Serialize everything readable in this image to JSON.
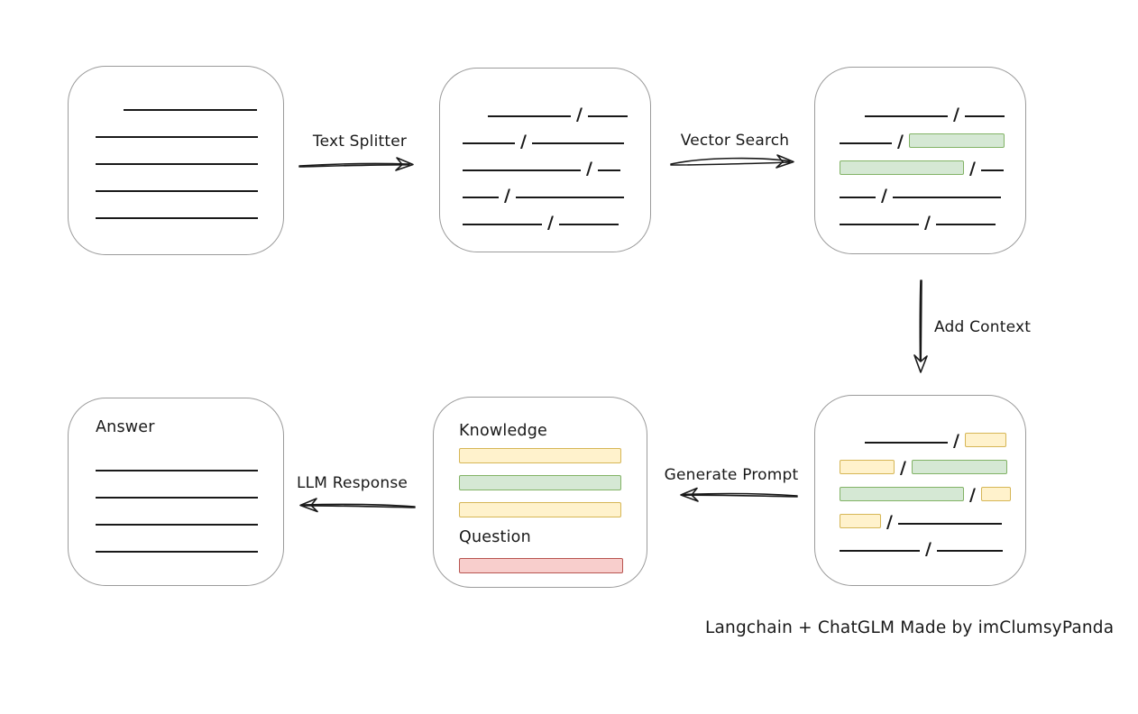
{
  "chars": {
    "slash": "/"
  },
  "colors": {
    "ink": "#191919",
    "box_border": "#9b9b9b",
    "green_fill": "#d5e8d4",
    "green_stroke": "#82b366",
    "yellow_fill": "#fff2cc",
    "yellow_stroke": "#d6b656",
    "red_fill": "#f8cecc",
    "red_stroke": "#b85450"
  },
  "caption": "Langchain + ChatGLM Made by imClumsyPanda",
  "arrows": {
    "text_splitter": {
      "label": "Text Splitter"
    },
    "vector_search": {
      "label": "Vector Search"
    },
    "add_context": {
      "label": "Add Context"
    },
    "generate_prompt": {
      "label": "Generate Prompt"
    },
    "llm_response": {
      "label": "LLM Response"
    }
  },
  "boxes": {
    "document": {
      "rows": [
        {
          "segs": [
            {
              "t": "gap",
              "w": 31
            },
            {
              "t": "line",
              "w": 148
            }
          ]
        },
        {
          "segs": [
            {
              "t": "line",
              "w": 180
            }
          ]
        },
        {
          "segs": [
            {
              "t": "line",
              "w": 180
            }
          ]
        },
        {
          "segs": [
            {
              "t": "line",
              "w": 180
            }
          ]
        },
        {
          "segs": [
            {
              "t": "line",
              "w": 180
            }
          ]
        }
      ]
    },
    "chunks": {
      "rows": [
        {
          "segs": [
            {
              "t": "gap",
              "w": 28
            },
            {
              "t": "line",
              "w": 92
            },
            {
              "t": "slash"
            },
            {
              "t": "line",
              "w": 44
            }
          ]
        },
        {
          "segs": [
            {
              "t": "line",
              "w": 58
            },
            {
              "t": "slash"
            },
            {
              "t": "line",
              "w": 102
            }
          ]
        },
        {
          "segs": [
            {
              "t": "line",
              "w": 131
            },
            {
              "t": "slash"
            },
            {
              "t": "line",
              "w": 25
            }
          ]
        },
        {
          "segs": [
            {
              "t": "line",
              "w": 40
            },
            {
              "t": "slash"
            },
            {
              "t": "line",
              "w": 120
            }
          ]
        },
        {
          "segs": [
            {
              "t": "line",
              "w": 88
            },
            {
              "t": "slash"
            },
            {
              "t": "line",
              "w": 66
            }
          ]
        }
      ]
    },
    "chunks_matched": {
      "rows": [
        {
          "segs": [
            {
              "t": "gap",
              "w": 28
            },
            {
              "t": "line",
              "w": 92
            },
            {
              "t": "slash"
            },
            {
              "t": "line",
              "w": 44
            }
          ]
        },
        {
          "segs": [
            {
              "t": "line",
              "w": 58
            },
            {
              "t": "slash"
            },
            {
              "t": "green",
              "w": 106
            }
          ]
        },
        {
          "segs": [
            {
              "t": "green",
              "w": 138
            },
            {
              "t": "slash"
            },
            {
              "t": "line",
              "w": 25
            }
          ]
        },
        {
          "segs": [
            {
              "t": "line",
              "w": 40
            },
            {
              "t": "slash"
            },
            {
              "t": "line",
              "w": 120
            }
          ]
        },
        {
          "segs": [
            {
              "t": "line",
              "w": 88
            },
            {
              "t": "slash"
            },
            {
              "t": "line",
              "w": 66
            }
          ]
        }
      ]
    },
    "chunks_context": {
      "rows": [
        {
          "segs": [
            {
              "t": "gap",
              "w": 28
            },
            {
              "t": "line",
              "w": 92
            },
            {
              "t": "slash"
            },
            {
              "t": "yellow",
              "w": 46
            }
          ]
        },
        {
          "segs": [
            {
              "t": "yellow",
              "w": 61
            },
            {
              "t": "slash"
            },
            {
              "t": "green",
              "w": 106
            }
          ]
        },
        {
          "segs": [
            {
              "t": "green",
              "w": 138
            },
            {
              "t": "slash"
            },
            {
              "t": "yellow",
              "w": 33
            }
          ]
        },
        {
          "segs": [
            {
              "t": "yellow",
              "w": 46
            },
            {
              "t": "slash"
            },
            {
              "t": "line",
              "w": 115
            }
          ]
        },
        {
          "segs": [
            {
              "t": "line",
              "w": 89
            },
            {
              "t": "slash"
            },
            {
              "t": "line",
              "w": 73
            }
          ]
        }
      ]
    },
    "prompt": {
      "rows": [
        {
          "h": 22,
          "segs": [
            {
              "t": "text",
              "v": "Knowledge"
            }
          ]
        },
        {
          "h": 30,
          "segs": [
            {
              "t": "yellow",
              "w": 180,
              "bar": true
            }
          ]
        },
        {
          "h": 30,
          "segs": [
            {
              "t": "green",
              "w": 180,
              "bar": true
            }
          ]
        },
        {
          "h": 30,
          "segs": [
            {
              "t": "yellow",
              "w": 180,
              "bar": true
            }
          ]
        },
        {
          "h": 26,
          "mt": 6,
          "segs": [
            {
              "t": "text",
              "v": "Question"
            }
          ]
        },
        {
          "h": 30,
          "segs": [
            {
              "t": "red",
              "w": 182,
              "bar": true
            }
          ]
        }
      ]
    },
    "answer": {
      "rows": [
        {
          "h": 36,
          "segs": [
            {
              "t": "text",
              "v": "Answer"
            }
          ]
        },
        {
          "segs": [
            {
              "t": "line",
              "w": 180
            }
          ]
        },
        {
          "segs": [
            {
              "t": "line",
              "w": 180
            }
          ]
        },
        {
          "segs": [
            {
              "t": "line",
              "w": 180
            }
          ]
        },
        {
          "segs": [
            {
              "t": "line",
              "w": 180
            }
          ]
        }
      ]
    }
  }
}
